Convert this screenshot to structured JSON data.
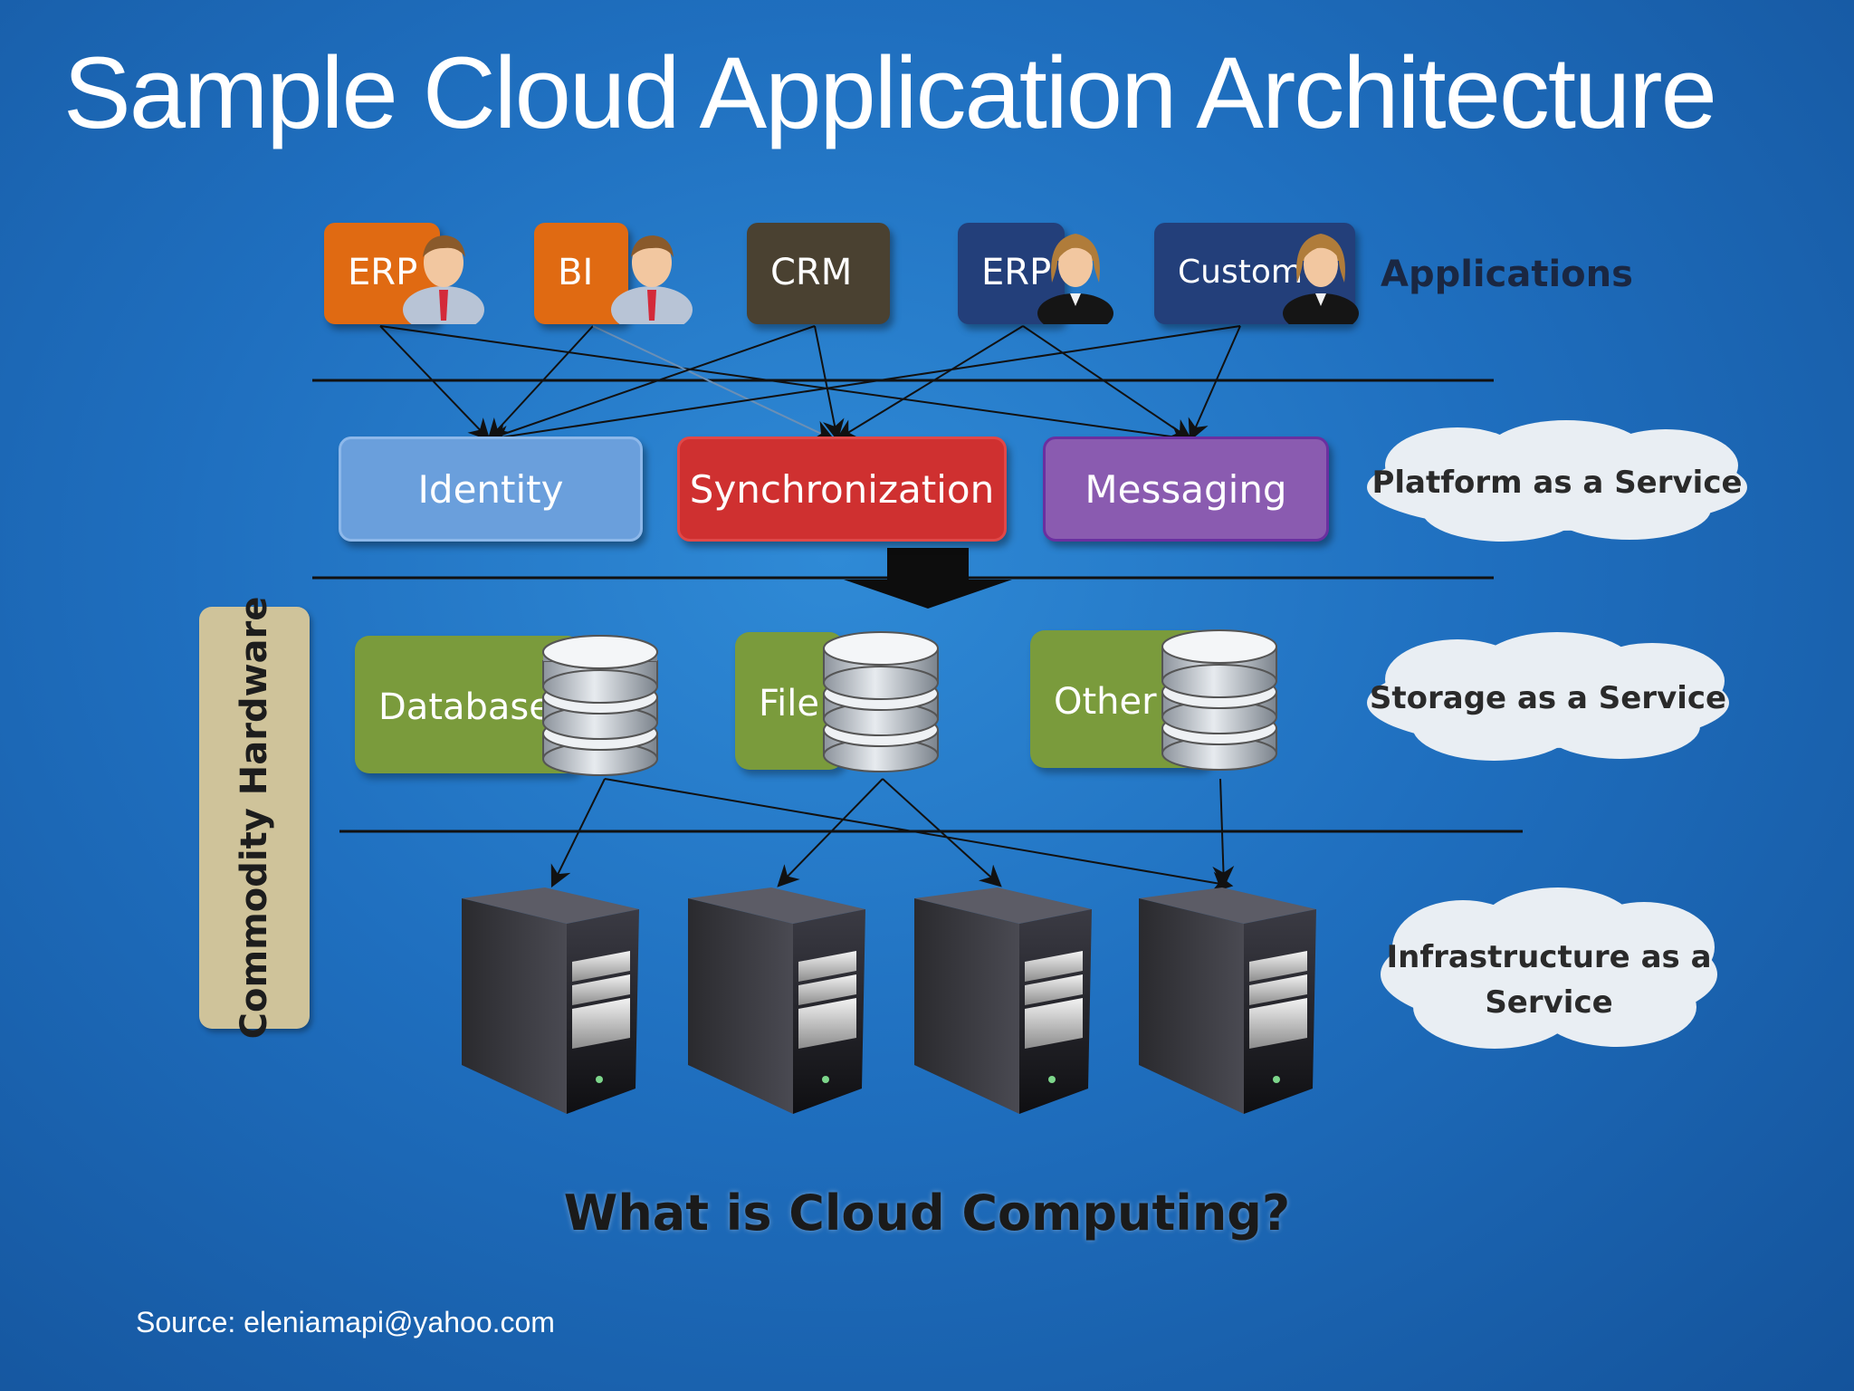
{
  "title": "Sample Cloud Application Architecture",
  "applications": {
    "label": "Applications",
    "items": [
      {
        "label": "ERP",
        "color": "#e06a12",
        "user": "man"
      },
      {
        "label": "BI",
        "color": "#e06a12",
        "user": "man"
      },
      {
        "label": "CRM",
        "color": "#4a4131",
        "user": "none"
      },
      {
        "label": "ERP",
        "color": "#233f7a",
        "user": "woman"
      },
      {
        "label": "Custom",
        "color": "#233f7a",
        "user": "woman"
      }
    ]
  },
  "platform": {
    "cloud_label": "Platform as a Service",
    "items": [
      {
        "label": "Identity",
        "color": "#6a9fdc"
      },
      {
        "label": "Synchronization",
        "color": "#cf3030"
      },
      {
        "label": "Messaging",
        "color": "#8a5bb0"
      }
    ]
  },
  "storage": {
    "cloud_label": "Storage as a Service",
    "items": [
      {
        "label": "Database"
      },
      {
        "label": "File"
      },
      {
        "label": "Other"
      }
    ]
  },
  "infrastructure": {
    "cloud_label_line1": "Infrastructure as a",
    "cloud_label_line2": "Service",
    "server_icon": "server-tower-icon"
  },
  "commodity_hardware": "Commodity Hardware",
  "question": "What is Cloud Computing?",
  "source": "Source: eleniamapi@yahoo.com",
  "colors": {
    "background": "#1f6fbf",
    "storage_green": "#7a9b3c",
    "commodity_tan": "#cfc39a",
    "cloud_white": "#e9eef3"
  }
}
